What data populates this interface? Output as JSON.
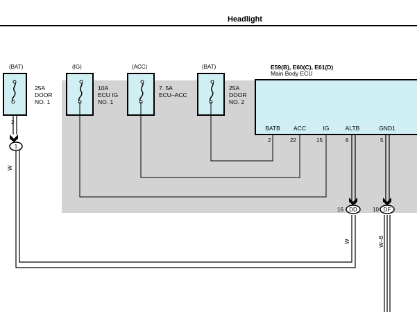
{
  "header": {
    "title": "Headlight"
  },
  "fuses": [
    {
      "source": "(BAT)",
      "amp": "25A",
      "name_line1": "DOOR",
      "name_line2": "NO. 1",
      "pin": "2"
    },
    {
      "source": "(IG)",
      "amp": "10A",
      "name_line1": "ECU IG",
      "name_line2": "NO. 1"
    },
    {
      "source": "(ACC)",
      "amp": "7. 5A",
      "name_line1": "ECU–ACC",
      "name_line2": ""
    },
    {
      "source": "(BAT)",
      "amp": "25A",
      "name_line1": "DOOR",
      "name_line2": "NO. 2"
    }
  ],
  "ecu": {
    "code": "E59(B), E60(C), E61(D)",
    "name": "Main Body ECU",
    "terminals": [
      {
        "label": "BATB",
        "pin": "2"
      },
      {
        "label": "ACC",
        "pin": "22"
      },
      {
        "label": "IG",
        "pin": "15"
      },
      {
        "label": "ALTB",
        "pin": "6"
      },
      {
        "label": "GND1",
        "pin": "5"
      }
    ]
  },
  "connectors": [
    {
      "code": "1"
    },
    {
      "pin": "16",
      "code": "DD"
    },
    {
      "pin": "10",
      "code": "DF"
    }
  ],
  "wires": [
    {
      "color": "W"
    },
    {
      "color": "W"
    },
    {
      "color": "W–B"
    }
  ],
  "colors": {
    "shade": "#d3d3d3",
    "fuse_fill": "#cfeff3",
    "line": "#000000"
  }
}
